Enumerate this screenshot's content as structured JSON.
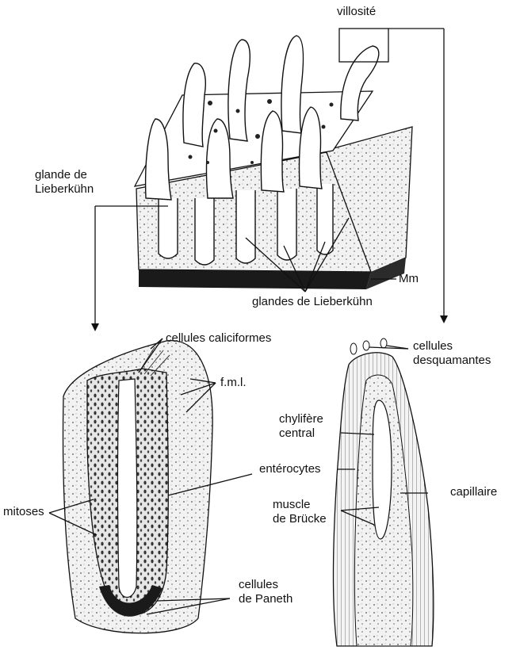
{
  "labels": {
    "villosite": "villosité",
    "glande_lieberkuhn": [
      "glande de",
      "Lieberkühn"
    ],
    "mm": "Mm",
    "glandes_lieberkuhn": "glandes de Lieberkühn",
    "cellules_caliciformes": "cellules caliciformes",
    "fml": "f.m.l.",
    "enterocytes": "entérocytes",
    "mitoses": "mitoses",
    "cellules_paneth": [
      "cellules",
      "de Paneth"
    ],
    "cellules_desquamantes": [
      "cellules",
      "desquamantes"
    ],
    "chylifere_central": [
      "chylifère",
      "central"
    ],
    "capillaire": "capillaire",
    "muscle_brucke": [
      "muscle",
      "de Brücke"
    ]
  },
  "colors": {
    "ink": "#111111",
    "muscularis_band": "#1a1a1a",
    "tissue_shade": "#d9d9d9",
    "background": "#ffffff"
  }
}
